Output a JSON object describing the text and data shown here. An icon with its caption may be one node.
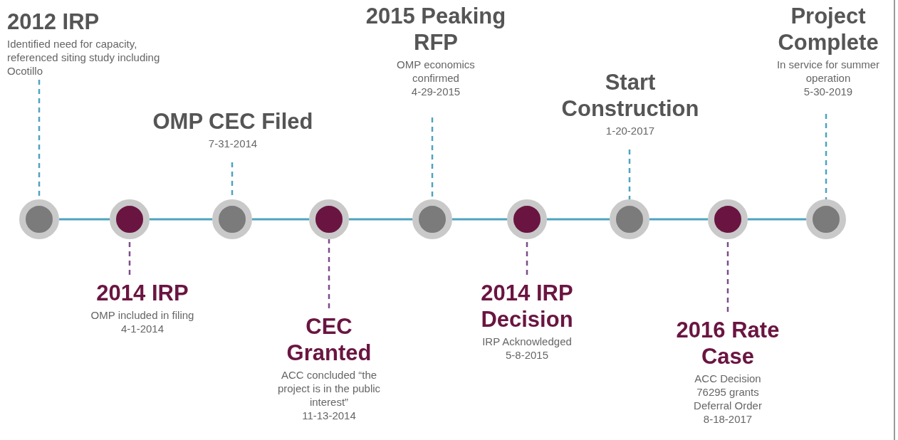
{
  "diagram": {
    "nodes": [
      {
        "text": [
          "2012 IRP",
          "Identified need for capacity, referenced siting study including Ocotillo"
        ]
      },
      {
        "text": [
          "2014 IRP",
          "OMP included in filing",
          "4-1-2014"
        ]
      },
      {
        "text": [
          "OMP CEC Filed",
          "7-31-2014"
        ]
      },
      {
        "text": [
          "CEC Granted",
          "ACC concluded “the project is in the public interest”",
          "11-13-2014"
        ]
      },
      {
        "text": [
          "2015 Peaking RFP",
          "OMP economics confirmed",
          "4-29-2015"
        ]
      },
      {
        "text": [
          "2014 IRP Decision",
          "IRP Acknowledged",
          "5-8-2015"
        ]
      },
      {
        "text": [
          "Start Construction",
          "1-20-2017"
        ]
      },
      {
        "text": [
          "2016 Rate Case",
          "ACC Decision 76295 grants Deferral Order",
          "8-18-2017"
        ]
      },
      {
        "text": [
          "Project Complete",
          "In service for summer operation",
          "5-30-2019"
        ]
      },
      {
        "text": [],
        "shape": "circle"
      },
      {
        "text": [],
        "shape": "circle"
      },
      {
        "text": [],
        "shape": "circle"
      },
      {
        "text": [],
        "shape": "circle"
      },
      {
        "text": [],
        "shape": "circle"
      },
      {
        "text": [],
        "shape": "circle"
      },
      {
        "text": [],
        "shape": "circle"
      },
      {
        "text": [],
        "shape": "circle"
      },
      {
        "text": [],
        "shape": "circle"
      }
    ],
    "edges": [
      {
        "from": 9,
        "to": 10,
        "arrow": "none"
      },
      {
        "from": 10,
        "to": 11,
        "arrow": "none"
      },
      {
        "from": 11,
        "to": 12,
        "arrow": "none"
      },
      {
        "from": 12,
        "to": 13,
        "arrow": "none"
      },
      {
        "from": 13,
        "to": 14,
        "arrow": "none"
      },
      {
        "from": 14,
        "to": 15,
        "arrow": "none"
      },
      {
        "from": 15,
        "to": 16,
        "arrow": "none"
      },
      {
        "from": 16,
        "to": 17,
        "arrow": "none"
      },
      {
        "from": 0,
        "to": 9,
        "arrow": "none",
        "style": "dashed"
      },
      {
        "from": 1,
        "to": 10,
        "arrow": "none",
        "style": "dashed",
        "color": "#7d4c8a"
      },
      {
        "from": 2,
        "to": 11,
        "arrow": "none",
        "style": "dashed"
      },
      {
        "from": 3,
        "to": 12,
        "arrow": "none",
        "style": "dashed",
        "color": "#7d4c8a"
      },
      {
        "from": 4,
        "to": 13,
        "arrow": "none",
        "style": "dashed"
      },
      {
        "from": 5,
        "to": 14,
        "arrow": "none",
        "style": "dashed",
        "color": "#7d4c8a"
      },
      {
        "from": 6,
        "to": 15,
        "arrow": "none",
        "style": "dashed"
      },
      {
        "from": 7,
        "to": 16,
        "arrow": "none",
        "style": "dashed",
        "color": "#7d4c8a"
      },
      {
        "from": 8,
        "to": 17,
        "arrow": "none",
        "style": "dashed"
      }
    ]
  }
}
